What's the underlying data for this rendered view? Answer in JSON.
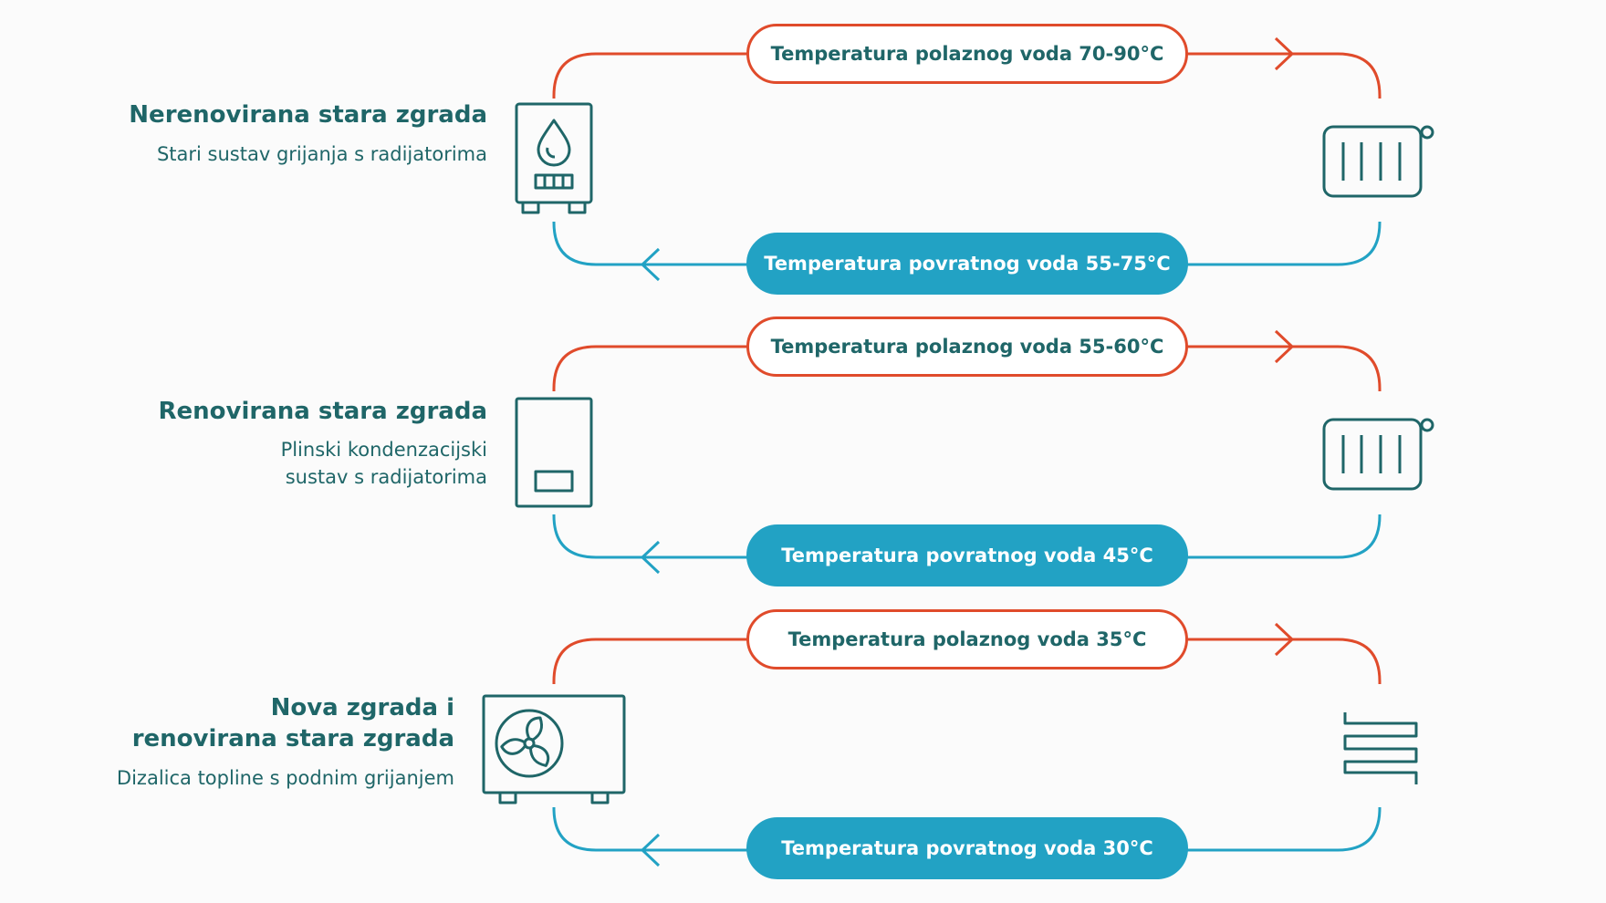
{
  "colors": {
    "supply": "#e04b2b",
    "return": "#22a2c4",
    "text": "#1f6668",
    "icon": "#1f6668",
    "background": "#fbfbfb"
  },
  "rows": [
    {
      "title_lines": [
        "Nerenovirana stara zgrada"
      ],
      "desc_lines": [
        "Stari sustav grijanja s radijatorima"
      ],
      "supply_label": "Temperatura polaznog voda 70-90°C",
      "return_label": "Temperatura povratnog voda 55-75°C",
      "source_icon": "oil-boiler-icon",
      "emitter_icon": "radiator-icon"
    },
    {
      "title_lines": [
        "Renovirana stara zgrada"
      ],
      "desc_lines": [
        "Plinski kondenzacijski",
        "sustav s radijatorima"
      ],
      "supply_label": "Temperatura polaznog voda 55-60°C",
      "return_label": "Temperatura povratnog voda 45°C",
      "source_icon": "gas-condensing-boiler-icon",
      "emitter_icon": "radiator-icon"
    },
    {
      "title_lines": [
        "Nova zgrada i",
        "renovirana stara zgrada"
      ],
      "desc_lines": [
        "Dizalica topline s podnim grijanjem"
      ],
      "supply_label": "Temperatura polaznog voda 35°C",
      "return_label": "Temperatura povratnog voda 30°C",
      "source_icon": "heat-pump-icon",
      "emitter_icon": "underfloor-heating-icon"
    }
  ]
}
